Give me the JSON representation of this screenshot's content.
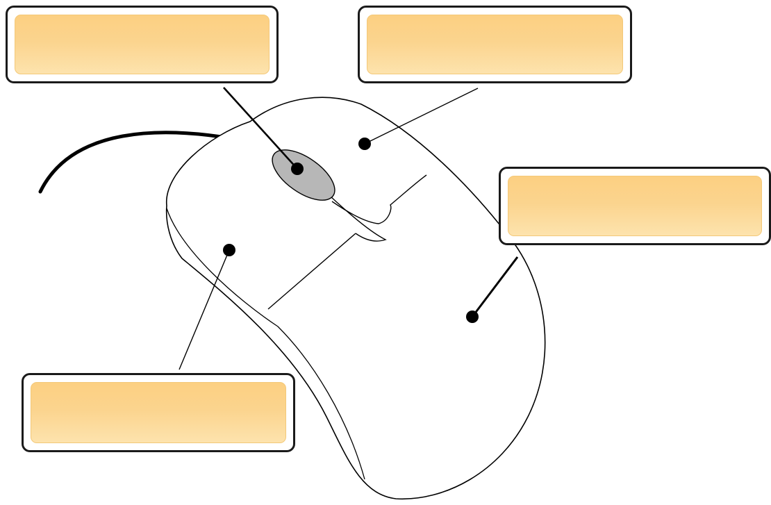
{
  "diagram": {
    "subject": "computer mouse",
    "labels": [
      {
        "id": "scroll-wheel",
        "text": ""
      },
      {
        "id": "right-button",
        "text": ""
      },
      {
        "id": "mouse-body",
        "text": ""
      },
      {
        "id": "left-button",
        "text": ""
      }
    ]
  },
  "colors": {
    "label_fill": "#fcd082",
    "label_border": "#1a1a1a",
    "wheel_fill": "#b7b7b7",
    "outline": "#000000"
  }
}
